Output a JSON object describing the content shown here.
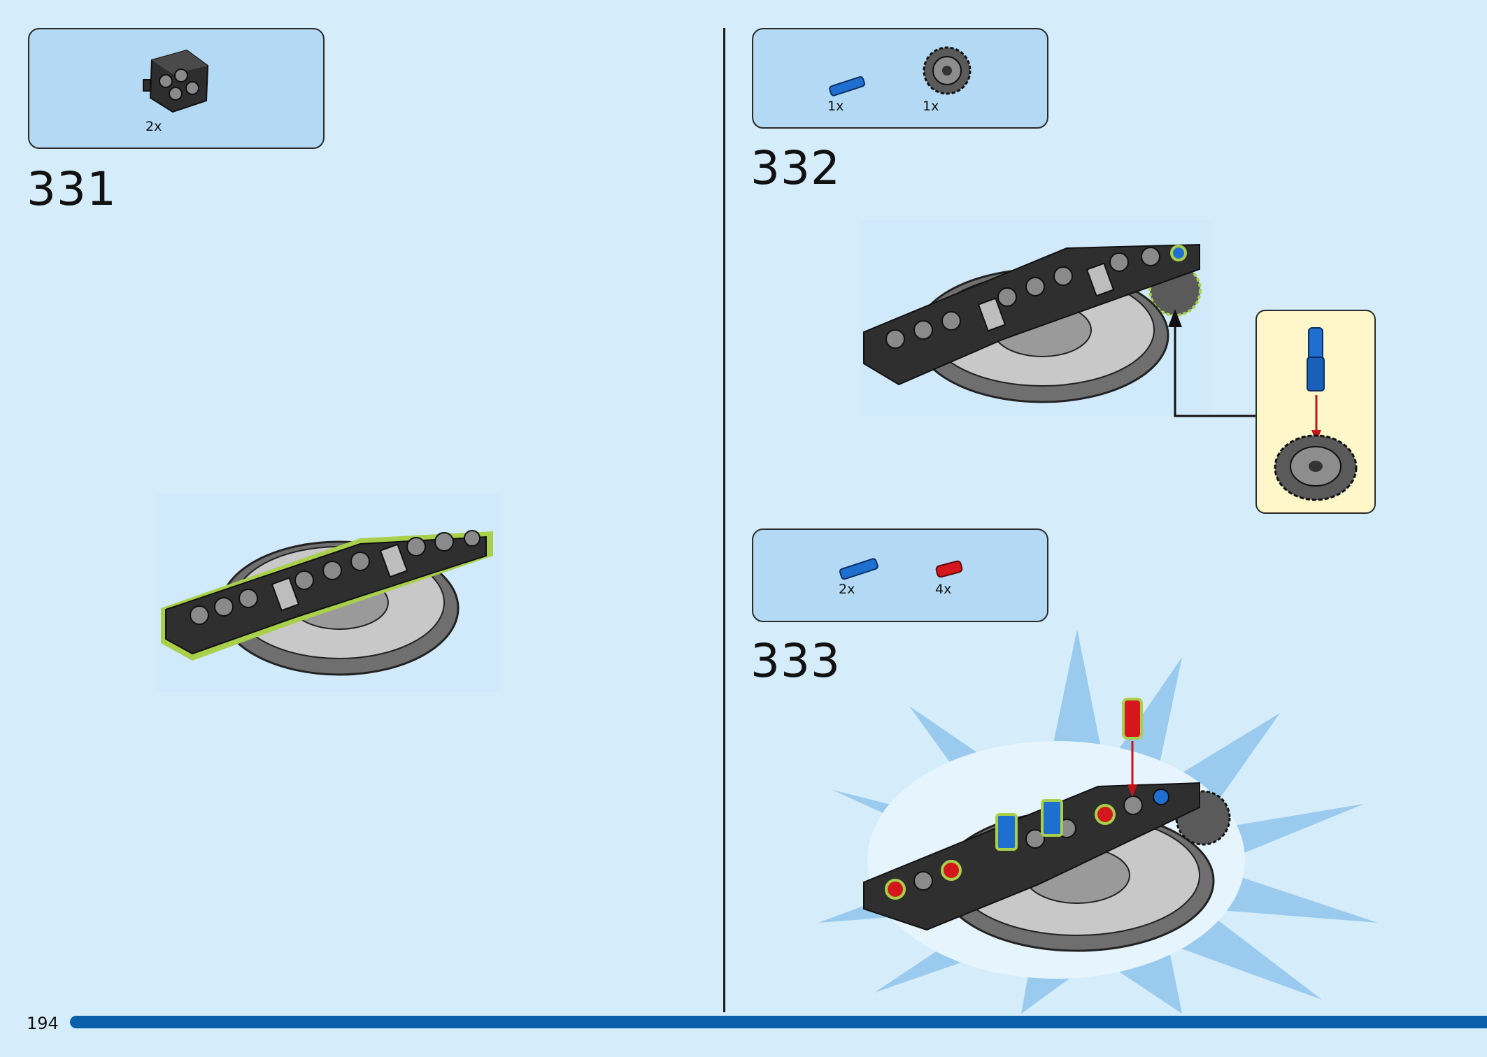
{
  "page": {
    "number": "194"
  },
  "colors": {
    "background": "#d5ecfa",
    "parts_box": "#b3d9f4",
    "callout": "#fff6ca",
    "bar": "#0a60ab",
    "highlight": "#a8d04a"
  },
  "steps": [
    {
      "number": "331",
      "parts": [
        {
          "name": "black-connector-block",
          "qty": "2x"
        }
      ]
    },
    {
      "number": "332",
      "parts": [
        {
          "name": "blue-axle-pin",
          "qty": "1x"
        },
        {
          "name": "gear-24-tooth",
          "qty": "1x"
        }
      ]
    },
    {
      "number": "333",
      "parts": [
        {
          "name": "blue-axle-pin",
          "qty": "2x"
        },
        {
          "name": "red-pin",
          "qty": "4x"
        }
      ]
    }
  ]
}
